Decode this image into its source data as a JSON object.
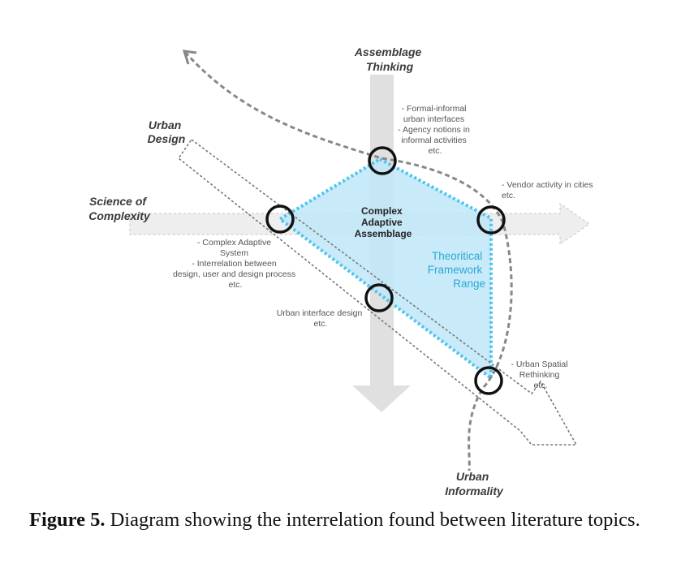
{
  "diagram": {
    "labels": {
      "assemblage": [
        "Assemblage",
        "Thinking"
      ],
      "urban_design": [
        "Urban",
        "Design"
      ],
      "complexity": [
        "Science of",
        "Complexity"
      ],
      "informality": [
        "Urban",
        "Informality"
      ]
    },
    "center": [
      "Complex",
      "Adaptive",
      "Assemblage"
    ],
    "range": [
      "Theoritical",
      "Framework",
      "Range"
    ],
    "notes": {
      "top": [
        "- Formal-informal",
        "urban interfaces",
        "- Agency notions in",
        "informal activities",
        "etc."
      ],
      "right": [
        "- Vendor activity in cities",
        "etc."
      ],
      "left": [
        "- Complex Adaptive",
        "System",
        "- Interrelation between",
        "design, user and design process",
        "etc."
      ],
      "middle": [
        "Urban interface design",
        "etc."
      ],
      "bottom_right": [
        "- Urban Spatial",
        "Rethinking",
        "etc."
      ]
    },
    "colors": {
      "framework_fill": "#bfe6f7",
      "framework_border": "#4dc4ef",
      "range_text": "#2aa9d8",
      "arrow_gray": "#e0e0e0",
      "dash_gray": "#888888"
    }
  },
  "caption": {
    "label": "Figure 5.",
    "text": "Diagram showing the interrelation found between literature topics."
  }
}
